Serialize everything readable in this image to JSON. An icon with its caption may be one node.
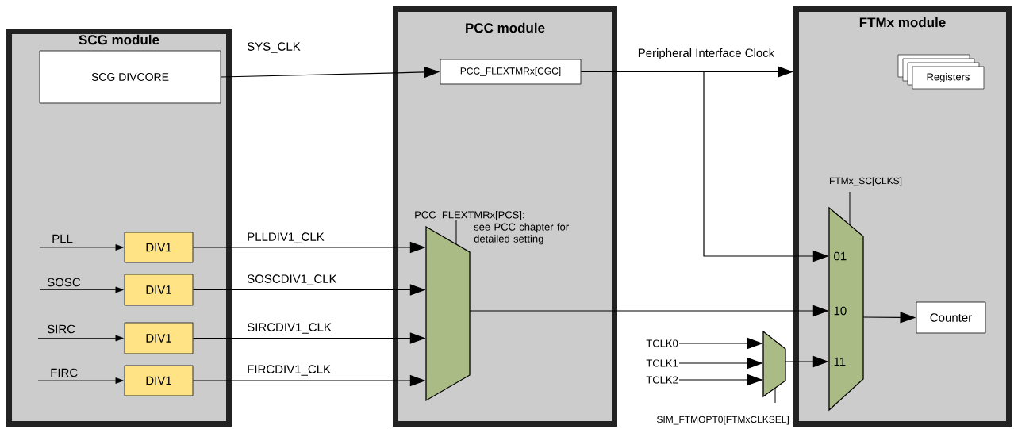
{
  "diagram": {
    "nodes": [
      {
        "text": [
          "SCG module"
        ]
      },
      {
        "text": [
          "SCG DIVCORE"
        ],
        "in": 0
      },
      {
        "text": [
          "DIV1"
        ],
        "in": 0
      },
      {
        "text": [
          "DIV1"
        ],
        "in": 0
      },
      {
        "text": [
          "DIV1"
        ],
        "in": 0
      },
      {
        "text": [
          "DIV1"
        ],
        "in": 0
      },
      {
        "text": [
          "PCC module"
        ]
      },
      {
        "text": [
          "PCC_FLEXTMRx[CGC]"
        ],
        "in": 6
      },
      {
        "text": [],
        "shape": "trapezoid",
        "in": 6,
        "beside": [
          "PCC_FLEXTMRx[PCS]:",
          "see PCC chapter for detailed setting"
        ]
      },
      {
        "text": [
          "FTMx module"
        ]
      },
      {
        "text": [
          "Registers"
        ],
        "in": 9
      },
      {
        "text": [
          "01",
          "10",
          "11"
        ],
        "in": 9,
        "beside": [
          "FTMx_SC[CLKS]"
        ]
      },
      {
        "text": [
          "Counter"
        ],
        "in": 9
      },
      {
        "text": [],
        "shape": "trapezoid"
      },
      {
        "text": [
          "TCLK0"
        ]
      },
      {
        "text": [
          "TCLK1"
        ]
      },
      {
        "text": [
          "TCLK2"
        ]
      }
    ],
    "edges": [
      {
        "from": 1,
        "to": 7,
        "arrow": "to",
        "label": "SYS_CLK"
      },
      {
        "from": 7,
        "to": 9,
        "arrow": "to",
        "label": "Peripheral Interface Clock"
      },
      {
        "from": 7,
        "to": 11,
        "arrow": "to"
      },
      {
        "from": 2,
        "to": 8,
        "arrow": "to",
        "label": "PLLDIV1_CLK"
      },
      {
        "from": 3,
        "to": 8,
        "arrow": "to",
        "label": "SOSCDIV1_CLK"
      },
      {
        "from": 4,
        "to": 8,
        "arrow": "to",
        "label": "SIRCDIV1_CLK"
      },
      {
        "from": 5,
        "to": 8,
        "arrow": "to",
        "label": "FIRCDIV1_CLK"
      },
      {
        "from": 8,
        "to": 11,
        "arrow": "to"
      },
      {
        "from": 13,
        "to": 11,
        "arrow": "to"
      },
      {
        "from": 11,
        "to": 12,
        "arrow": "to"
      },
      {
        "from": null,
        "to": 2,
        "arrow": "to",
        "label": "PLL"
      },
      {
        "from": null,
        "to": 3,
        "arrow": "to",
        "label": "SOSC"
      },
      {
        "from": null,
        "to": 4,
        "arrow": "to",
        "label": "SIRC"
      },
      {
        "from": null,
        "to": 5,
        "arrow": "to",
        "label": "FIRC"
      },
      {
        "from": 14,
        "to": 13,
        "arrow": "to"
      },
      {
        "from": 15,
        "to": 13,
        "arrow": "to"
      },
      {
        "from": 16,
        "to": 13,
        "arrow": "to"
      }
    ],
    "labels": [
      "SIM_FTMOPT0[FTMxCLKSEL]"
    ]
  }
}
